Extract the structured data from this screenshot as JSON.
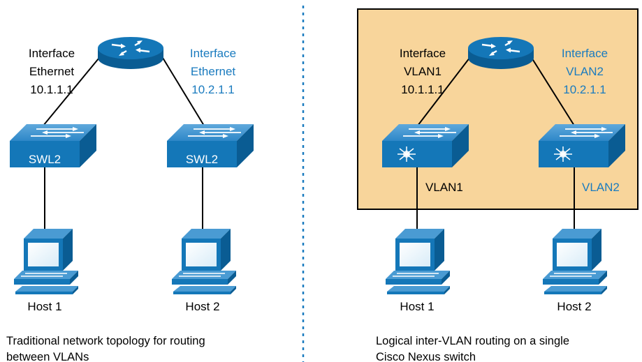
{
  "colors": {
    "device_blue": "#1477b8",
    "device_dark": "#0a5c93",
    "accent_text": "#1a7bbf",
    "black_text": "#000000",
    "highlight_fill": "#f8d59b",
    "divider": "#1a7bbf"
  },
  "left": {
    "router_icon": "router-icon",
    "iface_left": [
      "Interface",
      "Ethernet",
      "10.1.1.1"
    ],
    "iface_right": [
      "Interface",
      "Ethernet",
      "10.2.1.1"
    ],
    "switch_left_label": "SWL2",
    "switch_right_label": "SWL2",
    "host_left": "Host 1",
    "host_right": "Host 2",
    "caption": [
      "Traditional network topology for routing",
      "between VLANs"
    ]
  },
  "right": {
    "router_icon": "router-icon",
    "iface_left": [
      "Interface",
      "VLAN1",
      "10.1.1.1"
    ],
    "iface_right": [
      "Interface",
      "VLAN2",
      "10.2.1.1"
    ],
    "vlan_left": "VLAN1",
    "vlan_right": "VLAN2",
    "host_left": "Host 1",
    "host_right": "Host 2",
    "caption": [
      "Logical inter-VLAN routing on a single",
      "Cisco Nexus switch"
    ]
  }
}
